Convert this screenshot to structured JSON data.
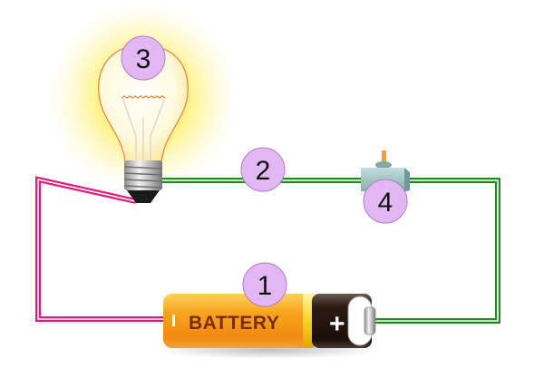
{
  "diagram": {
    "title": "Simple electric circuit",
    "components": [
      {
        "id": 1,
        "name": "battery",
        "label": "1",
        "text": "BATTERY",
        "terminal_symbol": "+",
        "negative_symbol": "|"
      },
      {
        "id": 2,
        "name": "wire",
        "label": "2"
      },
      {
        "id": 3,
        "name": "light-bulb",
        "label": "3"
      },
      {
        "id": 4,
        "name": "switch",
        "label": "4"
      }
    ],
    "colors": {
      "negative_wire": "#e5187a",
      "positive_wire": "#1e8c1e",
      "label_circle": "#e2b8f3",
      "label_circle_border": "#b07cc8",
      "battery_body": "#f7a01c",
      "battery_cap": "#2b1a12",
      "battery_text": "#7a2c08",
      "switch_body": "#9fc1c1",
      "bulb_glow": "#fff27a"
    }
  }
}
